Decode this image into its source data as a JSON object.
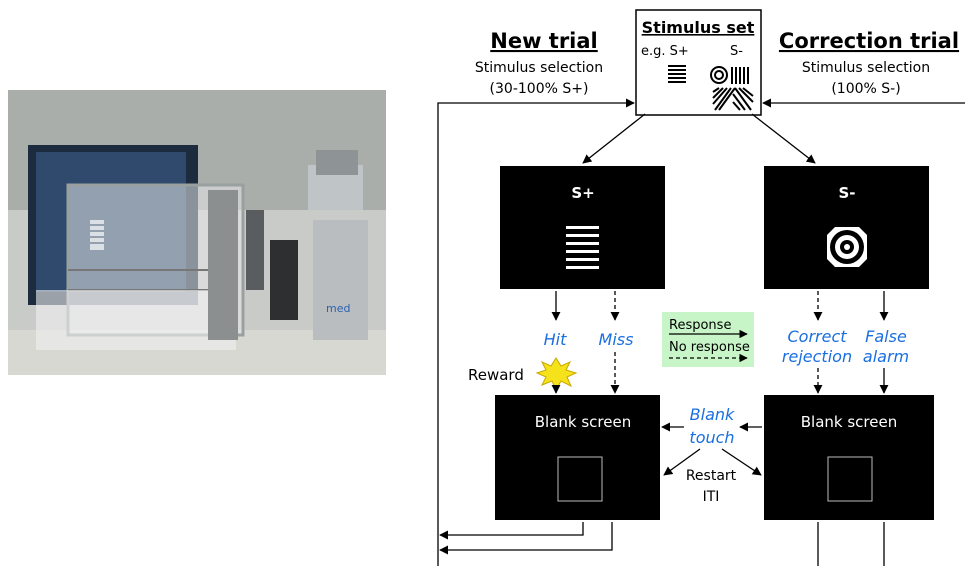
{
  "new_trial": {
    "title": "New trial",
    "line1": "Stimulus selection",
    "line2": "(30-100% S+)"
  },
  "correction_trial": {
    "title": "Correction trial",
    "line1": "Stimulus selection",
    "line2": "(100% S-)"
  },
  "stimulus_set": {
    "title": "Stimulus set",
    "eg": "e.g. S+",
    "s_minus": "S-"
  },
  "screens": {
    "s_plus": "S+",
    "s_minus": "S-",
    "blank_left": "Blank screen",
    "blank_right": "Blank screen"
  },
  "outcomes": {
    "hit": "Hit",
    "miss": "Miss",
    "correct_rejection_1": "Correct",
    "correct_rejection_2": "rejection",
    "false_alarm_1": "False",
    "false_alarm_2": "alarm",
    "blank_touch_1": "Blank",
    "blank_touch_2": "touch"
  },
  "legend": {
    "response": "Response",
    "no_response": "No response"
  },
  "reward": "Reward",
  "restart_1": "Restart",
  "restart_2": "ITI",
  "photo": {
    "logo_text": "med"
  },
  "colors": {
    "outcome_blue": "#1a6fe0",
    "legend_bg": "#c8f5c8",
    "screen": "#000000"
  }
}
